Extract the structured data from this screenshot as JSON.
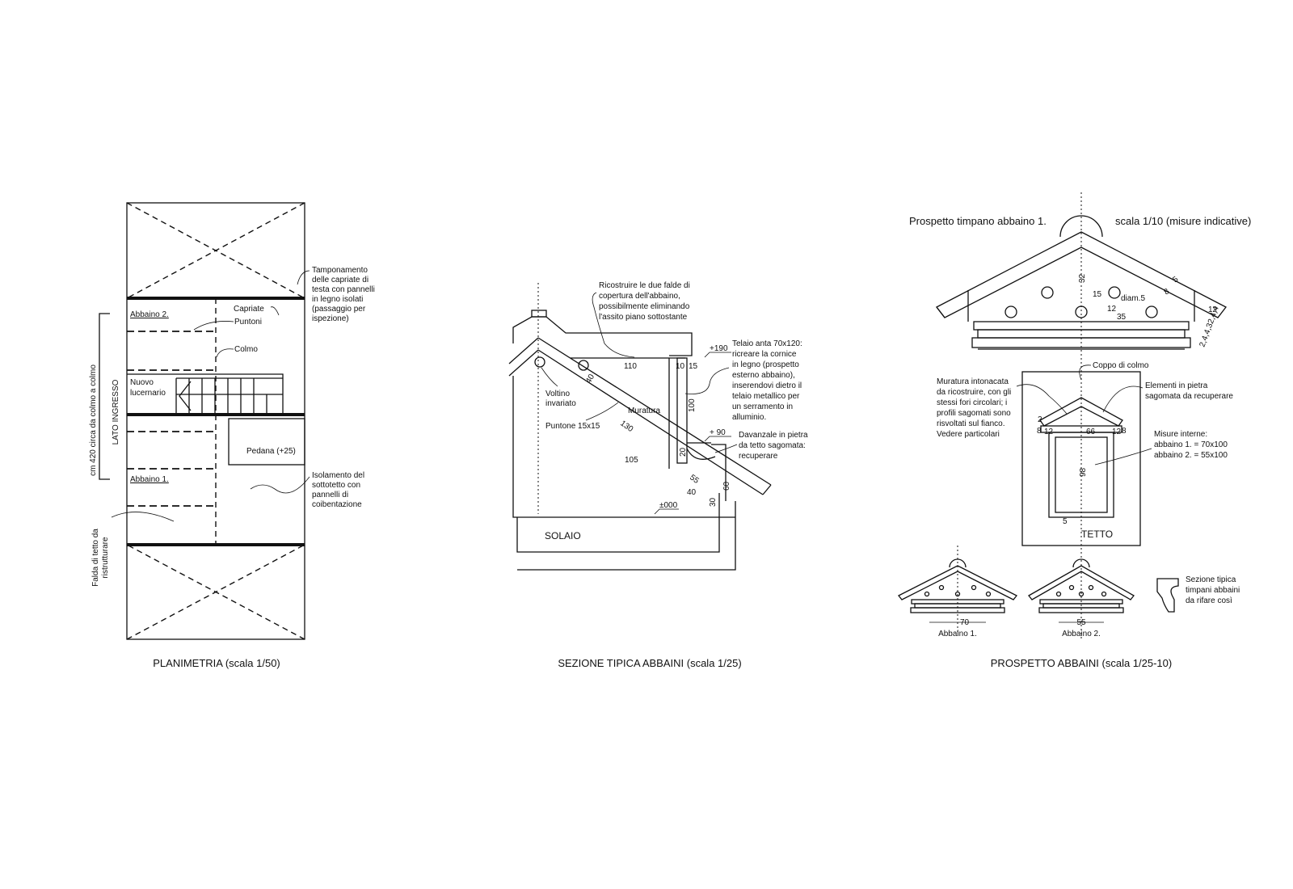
{
  "plan": {
    "title": "PLANIMETRIA (scala 1/50)",
    "tamponamento": [
      "Tamponamento",
      "delle capriate di",
      "testa con pannelli",
      "in legno isolati",
      "(passaggio per",
      "ispezione)"
    ],
    "abbaino2": "Abbaino 2.",
    "capriate": "Capriate",
    "puntoni": "Puntoni",
    "colmo": "Colmo",
    "nuovo_lucernario": [
      "Nuovo",
      "lucernario"
    ],
    "pedana": "Pedana (+25)",
    "abbaino1": "Abbaino 1.",
    "isolamento": [
      "Isolamento del",
      "sottotetto con",
      "pannelli di",
      "coibentazione"
    ],
    "lato_ingresso": "LATO INGRESSO",
    "dim_colmo": "cm 420 circa da colmo a colmo",
    "falda": [
      "Falda di tetto da",
      "ristrutturare"
    ]
  },
  "section": {
    "title": "SEZIONE TIPICA ABBAINI (scala 1/25)",
    "ricostruire": [
      "Ricostruire le due falde di",
      "copertura dell'abbaino,",
      "possibilmente eliminando",
      "l'assito piano sottostante"
    ],
    "telaio": [
      "Telaio anta 70x120:",
      "ricreare la cornice",
      "in legno (prospetto",
      "esterno abbaino),",
      "inserendovi dietro il",
      "telaio metallico per",
      "un serramento in",
      "alluminio."
    ],
    "davanzale": [
      "Davanzale in pietra",
      "da tetto sagomata:",
      "recuperare"
    ],
    "voltino": [
      "Voltino",
      "invariato"
    ],
    "muratura": "Muratura",
    "puntone": "Puntone 15x15",
    "solaio": "SOLAIO",
    "dims": {
      "d110": "110",
      "d10": "10",
      "d15": "15",
      "d100": "100",
      "d40": "40",
      "d130": "130",
      "d105": "105",
      "d20": "20",
      "d55": "55",
      "d40b": "40",
      "d30": "30",
      "d60": "60"
    },
    "levels": {
      "l190": "+190",
      "l90": "+ 90",
      "l000": "±000"
    }
  },
  "elev": {
    "title": "PROSPETTO ABBAINI (scala 1/25-10)",
    "timpano_title": "Prospetto timpano abbaino 1.",
    "scala": "scala 1/10 (misure indicative)",
    "dims": {
      "d32": "32",
      "d15": "15",
      "diam": "diam.5",
      "d8": "8",
      "d5": "5",
      "d12": "12",
      "d35": "35",
      "d12b": "12",
      "stack": "2,4,4,32,4,4"
    },
    "coppo": "Coppo di colmo",
    "muratura": [
      "Muratura intonacata",
      "da ricostruire, con gli",
      "stessi fori circolari; i",
      "profili sagomati sono",
      "risvoltati sul fianco.",
      "Vedere particolari"
    ],
    "elementi": [
      "Elementi in pietra",
      "sagomata da recuperare"
    ],
    "misure": [
      "Misure interne:",
      "abbaino 1. = 70x100",
      "abbaino 2. = 55x100"
    ],
    "win_dims": {
      "d2": "2",
      "d8": "8",
      "d12": "12",
      "d66": "66",
      "d12b": "12",
      "d8b": "8",
      "d98": "98",
      "d5": "5"
    },
    "tetto": "TETTO",
    "abbaino1": "Abbaino 1.",
    "abbaino2": "Abbaino 2.",
    "d70": "70",
    "d55": "55",
    "sezione_tipica": [
      "Sezione tipica",
      "timpani abbaini",
      "da rifare così"
    ]
  }
}
